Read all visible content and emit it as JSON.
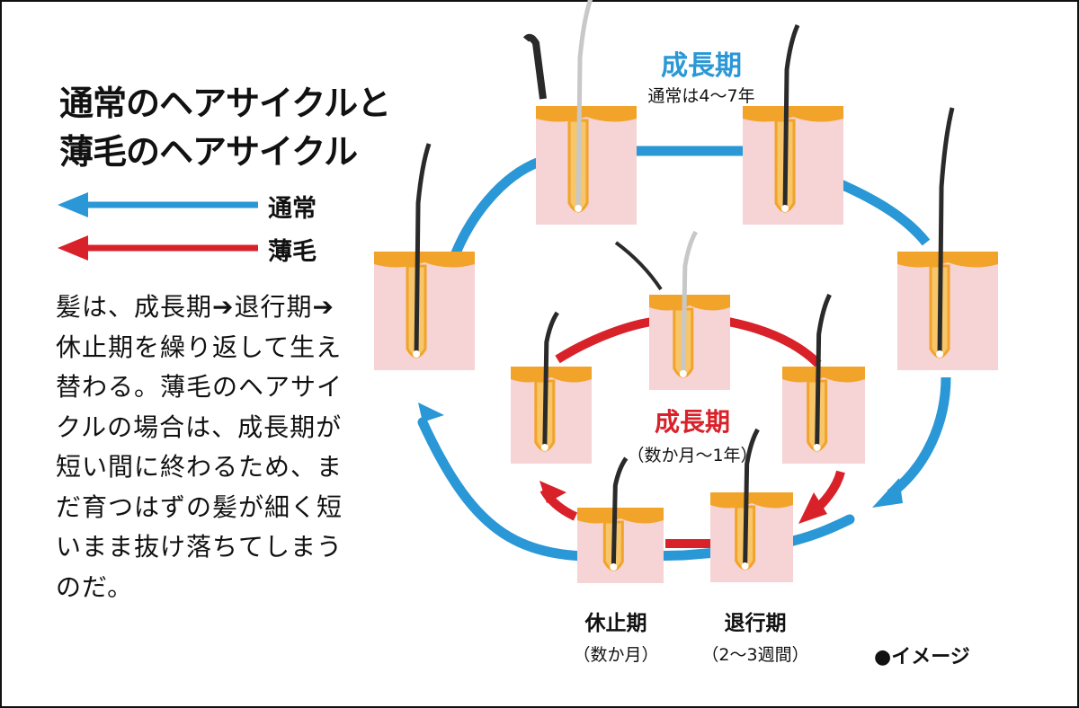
{
  "title": "通常のヘアサイクルと\n薄毛のヘアサイクル",
  "legend": {
    "normal": {
      "label": "通常",
      "color": "#2a97d6"
    },
    "thinning": {
      "label": "薄毛",
      "color": "#d9212a"
    }
  },
  "description": "髪は、成長期➔退行期➔休止期を繰り返して生え替わる。薄毛のヘアサイクルの場合は、成長期が短い間に終わるため、まだ育つはずの髪が細く短いまま抜け落ちてしまうのだ。",
  "stages": {
    "growth_normal": {
      "name": "成長期",
      "duration": "通常は4～7年"
    },
    "growth_thinning": {
      "name": "成長期",
      "duration": "（数か月～1年）"
    },
    "telogen": {
      "name": "休止期",
      "duration": "（数か月）"
    },
    "catagen": {
      "name": "退行期",
      "duration": "（2～3週間）"
    }
  },
  "note": "●イメージ",
  "colors": {
    "skin": "#f6d3d4",
    "fat": "#f2a32a",
    "hair": "#2a2a2a",
    "shed_hair": "#c8c8c8"
  }
}
